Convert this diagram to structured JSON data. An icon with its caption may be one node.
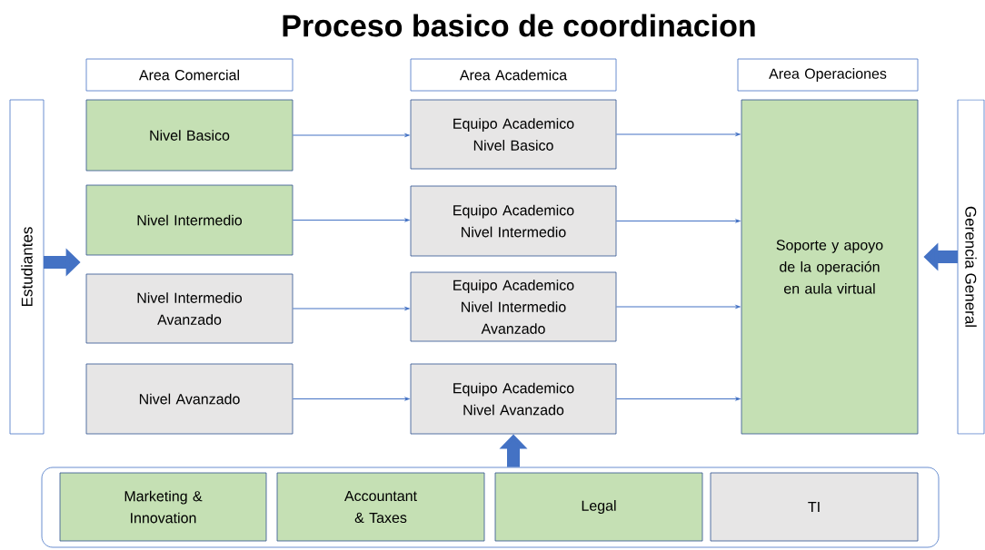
{
  "diagram": {
    "title": "Proceso basico de coordinacion",
    "nodes": [
      {
        "text": [
          "Area Comercial"
        ]
      },
      {
        "text": [
          "Area Academica"
        ]
      },
      {
        "text": [
          "Area Operaciones"
        ]
      },
      {
        "text": [
          "Estudiantes"
        ]
      },
      {
        "text": [
          "Gerencia General"
        ]
      },
      {
        "text": [
          "Nivel Basico"
        ]
      },
      {
        "text": [
          "Nivel Intermedio"
        ]
      },
      {
        "text": [
          "Nivel Intermedio Avanzado"
        ]
      },
      {
        "text": [
          "Nivel Avanzado"
        ]
      },
      {
        "text": [
          "Equipo Academico Nivel Basico"
        ]
      },
      {
        "text": [
          "Equipo Academico Nivel Intermedio"
        ]
      },
      {
        "text": [
          "Equipo Academico Nivel Intermedio Avanzado"
        ]
      },
      {
        "text": [
          "Equipo Academico Nivel Avanzado"
        ]
      },
      {
        "text": [
          "Soporte y apoyo de la operación en aula virtual"
        ]
      },
      {
        "text": [],
        "shape": "box"
      },
      {
        "text": [
          "Marketing & Innovation"
        ],
        "in": 14
      },
      {
        "text": [
          "Accountant & Taxes"
        ],
        "in": 14
      },
      {
        "text": [
          "Legal"
        ],
        "in": 14
      },
      {
        "text": [
          "TI"
        ],
        "in": 14
      }
    ],
    "edges": [
      {
        "from": 3,
        "to": 7,
        "arrow": "to",
        "style": "thick"
      },
      {
        "from": 5,
        "to": 9,
        "arrow": "to"
      },
      {
        "from": 6,
        "to": 10,
        "arrow": "to"
      },
      {
        "from": 7,
        "to": 11,
        "arrow": "to"
      },
      {
        "from": 8,
        "to": 12,
        "arrow": "to"
      },
      {
        "from": 9,
        "to": 13,
        "arrow": "to"
      },
      {
        "from": 10,
        "to": 13,
        "arrow": "to"
      },
      {
        "from": 11,
        "to": 13,
        "arrow": "to"
      },
      {
        "from": 12,
        "to": 13,
        "arrow": "to"
      },
      {
        "from": 4,
        "to": 13,
        "arrow": "to",
        "style": "thick"
      },
      {
        "from": 14,
        "to": 12,
        "arrow": "to",
        "style": "thick"
      }
    ]
  }
}
